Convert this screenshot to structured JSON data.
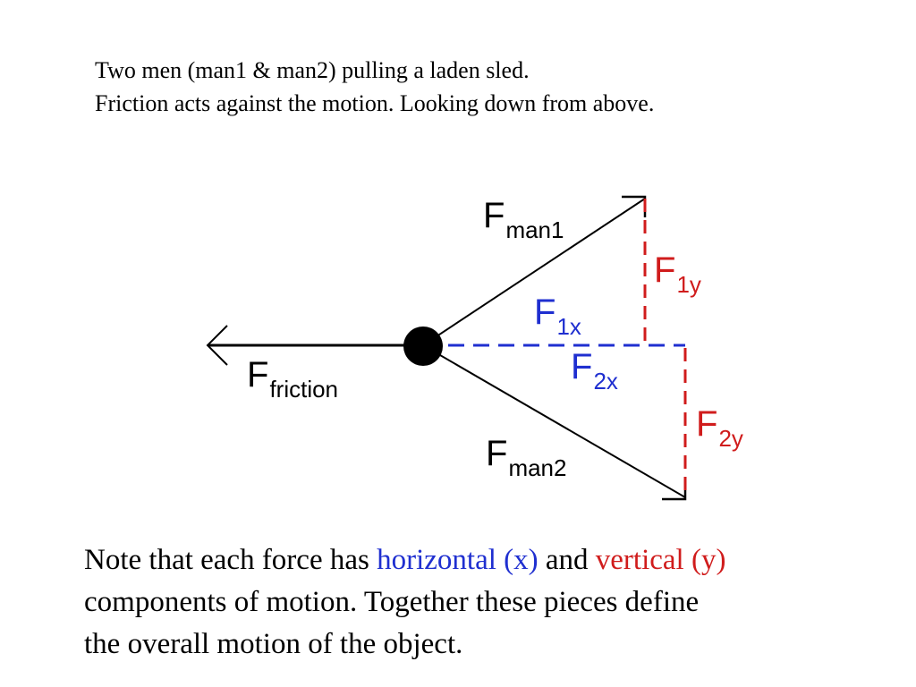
{
  "caption": {
    "line1": "Two men (man1 & man2) pulling a laden sled.",
    "line2": "Friction acts against the motion.  Looking down from above."
  },
  "diagram": {
    "labels": {
      "man1_main": "F",
      "man1_sub": "man1",
      "man2_main": "F",
      "man2_sub": "man2",
      "friction_main": "F",
      "friction_sub": "friction",
      "f1x_main": "F",
      "f1x_sub": "1x",
      "f2x_main": "F",
      "f2x_sub": "2x",
      "f1y_main": "F",
      "f1y_sub": "1y",
      "f2y_main": "F",
      "f2y_sub": "2y"
    },
    "colors": {
      "vector": "#000000",
      "horizontal_component": "#1f2fd0",
      "vertical_component": "#d01c1c"
    }
  },
  "note": {
    "line1_a": "Note that each force has ",
    "line1_b": "horizontal (x)",
    "line1_c": " and ",
    "line1_d": "vertical (y)",
    "line2": "components of motion.  Together these pieces define",
    "line3": "the overall motion of the object."
  }
}
